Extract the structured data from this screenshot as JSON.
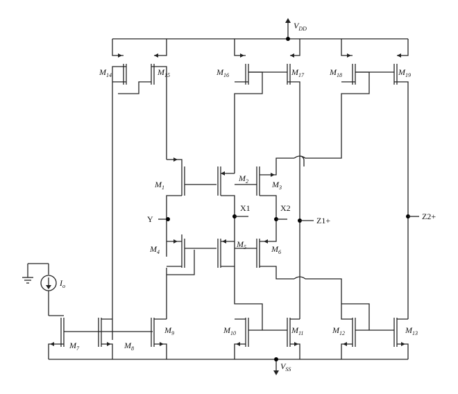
{
  "supply": {
    "vdd": {
      "main": "V",
      "sub": "DD"
    },
    "vss": {
      "main": "V",
      "sub": "SS"
    }
  },
  "bias_source": {
    "main": "I",
    "sub": "o"
  },
  "nodes": {
    "input_y": "Y",
    "x1": "X1",
    "x2": "X2",
    "out1": "Z1+",
    "out2": "Z2+"
  },
  "transistors": [
    {
      "id": "M14",
      "main": "M",
      "sub": "14"
    },
    {
      "id": "M15",
      "main": "M",
      "sub": "15"
    },
    {
      "id": "M16",
      "main": "M",
      "sub": "16"
    },
    {
      "id": "M17",
      "main": "M",
      "sub": "17"
    },
    {
      "id": "M18",
      "main": "M",
      "sub": "18"
    },
    {
      "id": "M19",
      "main": "M",
      "sub": "19"
    },
    {
      "id": "M1",
      "main": "M",
      "sub": "1"
    },
    {
      "id": "M2",
      "main": "M",
      "sub": "2"
    },
    {
      "id": "M3",
      "main": "M",
      "sub": "3"
    },
    {
      "id": "M4",
      "main": "M",
      "sub": "4"
    },
    {
      "id": "M5",
      "main": "M",
      "sub": "5"
    },
    {
      "id": "M6",
      "main": "M",
      "sub": "6"
    },
    {
      "id": "M7",
      "main": "M",
      "sub": "7"
    },
    {
      "id": "M8",
      "main": "M",
      "sub": "8"
    },
    {
      "id": "M9",
      "main": "M",
      "sub": "9"
    },
    {
      "id": "M10",
      "main": "M",
      "sub": "10"
    },
    {
      "id": "M11",
      "main": "M",
      "sub": "11"
    },
    {
      "id": "M12",
      "main": "M",
      "sub": "12"
    },
    {
      "id": "M13",
      "main": "M",
      "sub": "13"
    }
  ]
}
